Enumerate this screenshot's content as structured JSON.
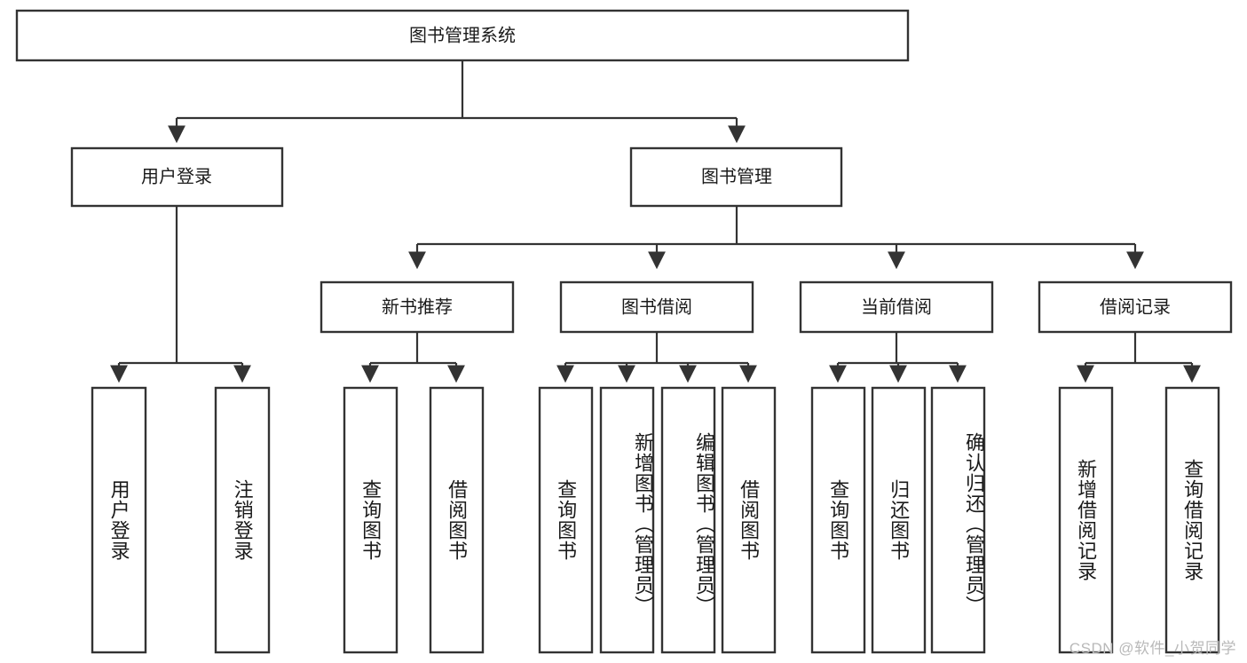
{
  "diagram": {
    "type": "tree",
    "title": "图书管理系统",
    "orientation": "top-down",
    "colors": {
      "stroke": "#333333",
      "fill": "#ffffff",
      "text": "#1a1a1a",
      "watermark": "#b9b9b9"
    },
    "root": {
      "label": "图书管理系统"
    },
    "level2": [
      {
        "label": "用户登录"
      },
      {
        "label": "图书管理"
      }
    ],
    "level3": [
      {
        "label": "新书推荐"
      },
      {
        "label": "图书借阅"
      },
      {
        "label": "当前借阅"
      },
      {
        "label": "借阅记录"
      }
    ],
    "leaves": {
      "user_login": [
        {
          "label": "用户登录"
        },
        {
          "label": "注销登录"
        }
      ],
      "new_book_recommend": [
        {
          "label": "查询图书"
        },
        {
          "label": "借阅图书"
        }
      ],
      "book_borrow": [
        {
          "label": "查询图书"
        },
        {
          "label": "新增图书（管理员）"
        },
        {
          "label": "编辑图书（管理员）"
        },
        {
          "label": "借阅图书"
        }
      ],
      "current_borrow": [
        {
          "label": "查询图书"
        },
        {
          "label": "归还图书"
        },
        {
          "label": "确认归还（管理员）"
        }
      ],
      "borrow_record": [
        {
          "label": "新增借阅记录"
        },
        {
          "label": "查询借阅记录"
        }
      ]
    }
  },
  "watermark": {
    "text": "CSDN @软件_小贺同学"
  }
}
